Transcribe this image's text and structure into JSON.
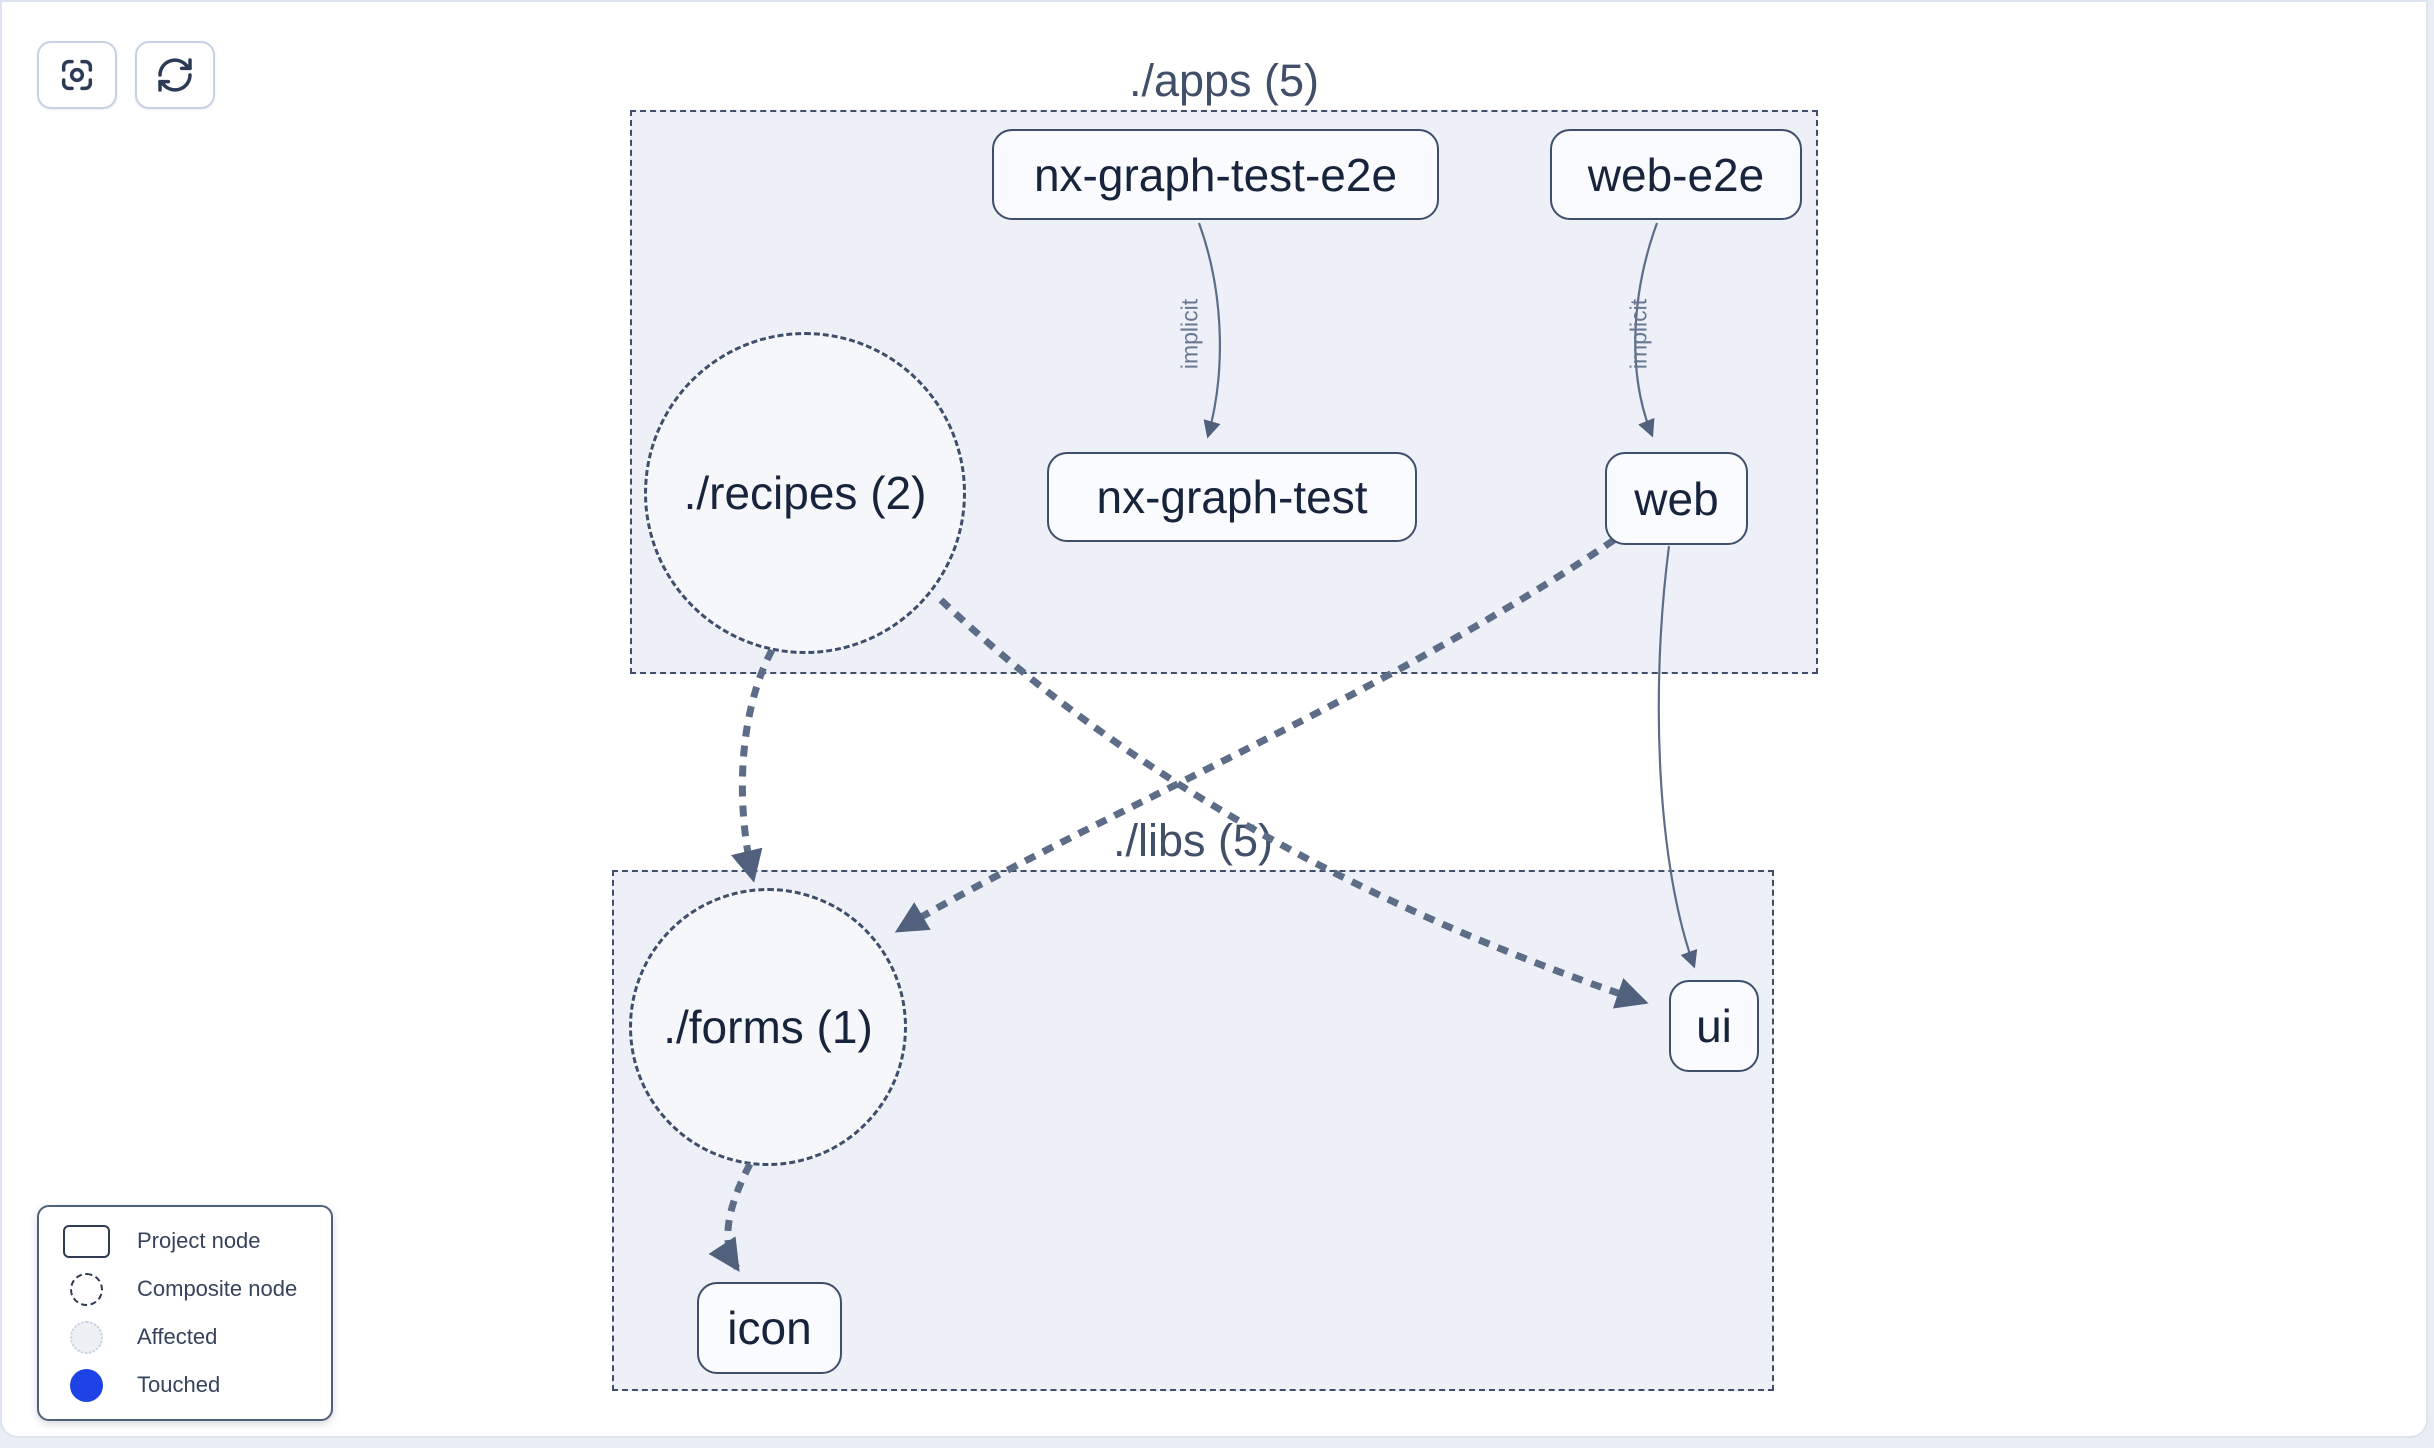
{
  "toolbar": {
    "buttons": [
      {
        "name": "center-graph",
        "icon": "center-focus-icon"
      },
      {
        "name": "refresh-graph",
        "icon": "refresh-icon"
      }
    ]
  },
  "clusters": {
    "apps": {
      "label": "./apps (5)"
    },
    "libs": {
      "label": "./libs (5)"
    }
  },
  "nodes": {
    "nx_graph_test_e2e": {
      "label": "nx-graph-test-e2e",
      "type": "project"
    },
    "web_e2e": {
      "label": "web-e2e",
      "type": "project"
    },
    "recipes": {
      "label": "./recipes (2)",
      "type": "composite"
    },
    "nx_graph_test": {
      "label": "nx-graph-test",
      "type": "project"
    },
    "web": {
      "label": "web",
      "type": "project"
    },
    "forms": {
      "label": "./forms (1)",
      "type": "composite"
    },
    "ui": {
      "label": "ui",
      "type": "project"
    },
    "icon": {
      "label": "icon",
      "type": "project"
    }
  },
  "edges": {
    "implicit1": {
      "from": "nx-graph-test-e2e",
      "to": "nx-graph-test",
      "label": "implicit"
    },
    "implicit2": {
      "from": "web-e2e",
      "to": "web",
      "label": "implicit"
    },
    "others": [
      {
        "from": "./recipes (2)",
        "to": "./forms (1)",
        "style": "dashed"
      },
      {
        "from": "./recipes (2)",
        "to": "ui",
        "style": "dashed"
      },
      {
        "from": "web",
        "to": "./forms (1)",
        "style": "dashed"
      },
      {
        "from": "web",
        "to": "ui",
        "style": "solid"
      },
      {
        "from": "./forms (1)",
        "to": "icon",
        "style": "dashed"
      }
    ]
  },
  "legend": {
    "items": [
      {
        "label": "Project node"
      },
      {
        "label": "Composite node"
      },
      {
        "label": "Affected"
      },
      {
        "label": "Touched"
      }
    ]
  },
  "colors": {
    "touched": "#1d43e6",
    "affected_fill": "#edf1f6",
    "cluster_fill": "#edf1f7",
    "node_border": "#3f4e6a",
    "edge": "#5d6c87",
    "text": "#18243c"
  }
}
